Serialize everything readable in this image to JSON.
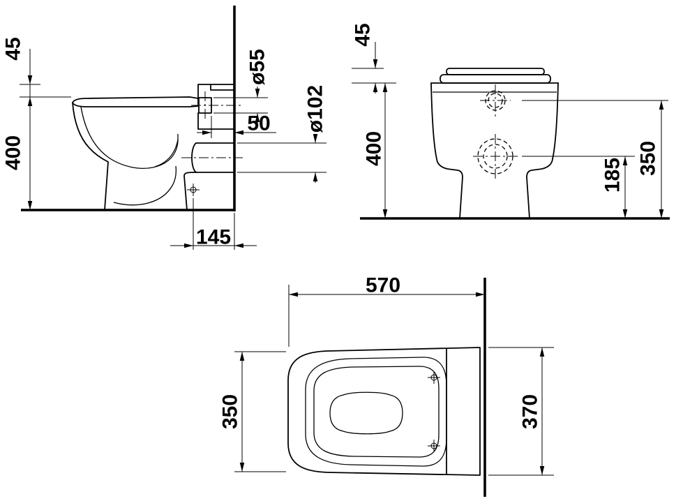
{
  "drawing": {
    "background": "#ffffff",
    "line_color": "#000000"
  },
  "views": {
    "side": {
      "dims": {
        "top_offset": "45",
        "height": "400",
        "inlet_dia": "ø55",
        "inlet_depth": "50",
        "outlet_dia": "ø102",
        "outlet_wall_dist": "145"
      }
    },
    "front": {
      "dims": {
        "top_offset": "45",
        "height": "400",
        "outlet_height": "185",
        "inlet_height": "350"
      }
    },
    "plan": {
      "dims": {
        "depth": "570",
        "front_width": "350",
        "overall_width": "370"
      }
    }
  }
}
